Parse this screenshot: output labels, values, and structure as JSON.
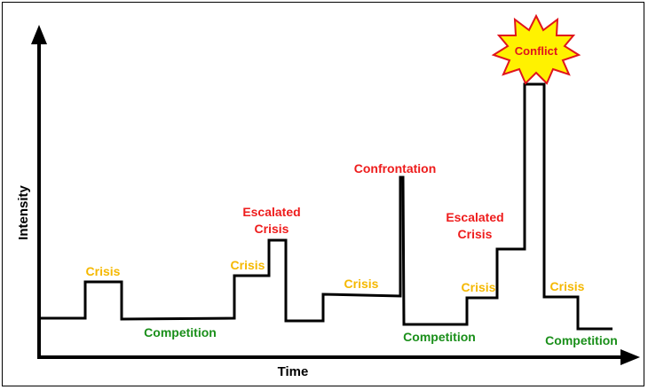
{
  "axes": {
    "x_label": "Time",
    "y_label": "Intensity"
  },
  "colors": {
    "crisis": "#f5b800",
    "escalated": "#ee1c1c",
    "competition": "#1a8f1a",
    "line": "#000000",
    "burst_fill": "#fff200",
    "burst_stroke": "#e0141c"
  },
  "labels": {
    "crisis_1": "Crisis",
    "crisis_2": "Crisis",
    "crisis_3": "Crisis",
    "crisis_4": "Crisis",
    "crisis_5": "Crisis",
    "escalated_1_line1": "Escalated",
    "escalated_1_line2": "Crisis",
    "escalated_2_line1": "Escalated",
    "escalated_2_line2": "Crisis",
    "confrontation": "Confrontation",
    "competition_1": "Competition",
    "competition_2": "Competition",
    "competition_3": "Competition",
    "conflict": "Conflict"
  }
}
